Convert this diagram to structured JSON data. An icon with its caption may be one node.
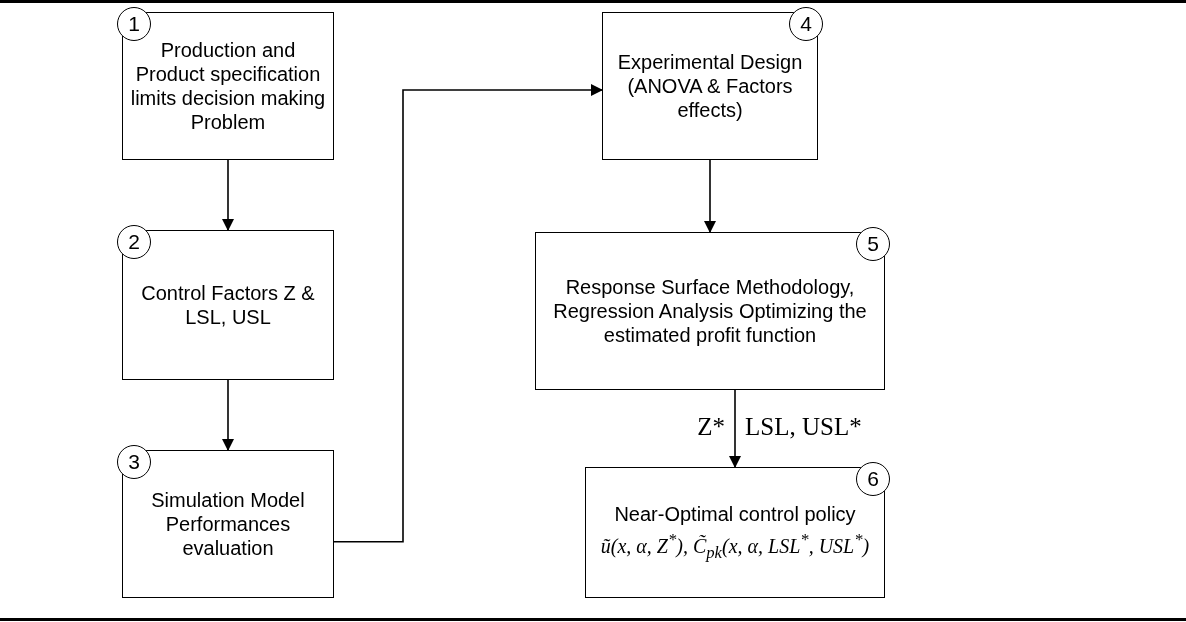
{
  "diagram": {
    "nodes": [
      {
        "text": [
          "1",
          "Production and Product specification limits decision making Problem"
        ]
      },
      {
        "text": [
          "2",
          "Control Factors Z & LSL, USL"
        ]
      },
      {
        "text": [
          "3",
          "Simulation Model Performances evaluation"
        ]
      },
      {
        "text": [
          "4",
          "Experimental Design (ANOVA & Factors effects)"
        ]
      },
      {
        "text": [
          "5",
          "Response Surface Methodology, Regression Analysis Optimizing the estimated profit function"
        ]
      },
      {
        "text": [
          "6",
          "Near-Optimal control policy",
          "ũ(x, α, Z$^{*}$), C̃$_{pk}$(x, α, LSL$^{*}$, USL$^{*}$)"
        ]
      }
    ],
    "edges": [
      {
        "from": 0,
        "to": 1,
        "arrow": "to"
      },
      {
        "from": 1,
        "to": 2,
        "arrow": "to"
      },
      {
        "from": 2,
        "to": 3,
        "arrow": "to"
      },
      {
        "from": 3,
        "to": 4,
        "arrow": "to"
      },
      {
        "from": 4,
        "to": 5,
        "arrow": "to",
        "label": "Z*"
      }
    ],
    "labels": [
      "LSL, USL*"
    ]
  }
}
